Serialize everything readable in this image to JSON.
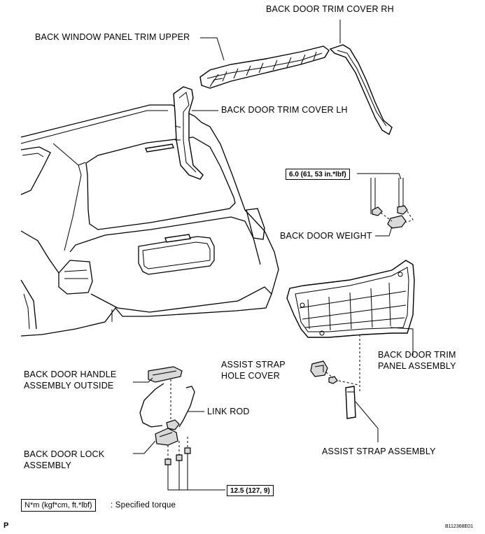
{
  "labels": {
    "back_door_trim_cover_rh": "BACK DOOR TRIM COVER RH",
    "back_window_panel_trim_upper": "BACK WINDOW PANEL TRIM UPPER",
    "back_door_trim_cover_lh": "BACK DOOR TRIM COVER LH",
    "back_door_weight": "BACK DOOR WEIGHT",
    "back_door_trim_panel_assembly_line1": "BACK DOOR TRIM",
    "back_door_trim_panel_assembly_line2": "PANEL ASSEMBLY",
    "assist_strap_hole_cover_line1": "ASSIST STRAP",
    "assist_strap_hole_cover_line2": "HOLE COVER",
    "back_door_handle_line1": "BACK DOOR HANDLE",
    "back_door_handle_line2": "ASSEMBLY OUTSIDE",
    "link_rod": "LINK ROD",
    "back_door_lock_line1": "BACK DOOR LOCK",
    "back_door_lock_line2": "ASSEMBLY",
    "assist_strap_assembly": "ASSIST STRAP ASSEMBLY"
  },
  "torques": {
    "weight_torque": "6.0 (61, 53 in.*lbf)",
    "lock_torque": "12.5 (127, 9)"
  },
  "legend": {
    "unit_box": "N*m (kgf*cm, ft.*lbf)",
    "description": ": Specified torque"
  },
  "footer": {
    "page_marker": "P",
    "figure_code": "B112368E01"
  }
}
